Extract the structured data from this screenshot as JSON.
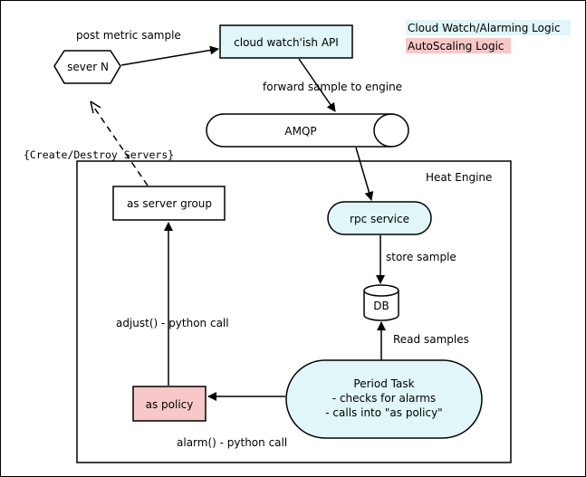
{
  "legend": {
    "cloudwatch": "Cloud Watch/Alarming Logic",
    "autoscaling": "AutoScaling Logic"
  },
  "colors": {
    "cloudwatch": "#e0f6f8",
    "autoscaling": "#f8c8c8",
    "stroke": "#000000",
    "background": "#ffffff"
  },
  "nodes": {
    "server_n": "sever N",
    "api": "cloud watch'ish API",
    "amqp": "AMQP",
    "heat_engine": "Heat Engine",
    "rpc_service": "rpc service",
    "db": "DB",
    "server_group": "as server group",
    "as_policy": "as policy",
    "period_task": [
      "Period Task",
      "- checks for alarms",
      "- calls into \"as policy\""
    ]
  },
  "edges": {
    "post_metric": "post metric sample",
    "forward_sample": "forward sample to engine",
    "create_destroy": "{Create/Destroy Servers}",
    "store_sample": "store sample",
    "read_samples": "Read samples",
    "adjust": "adjust() - python call",
    "alarm": "alarm() - python call"
  }
}
